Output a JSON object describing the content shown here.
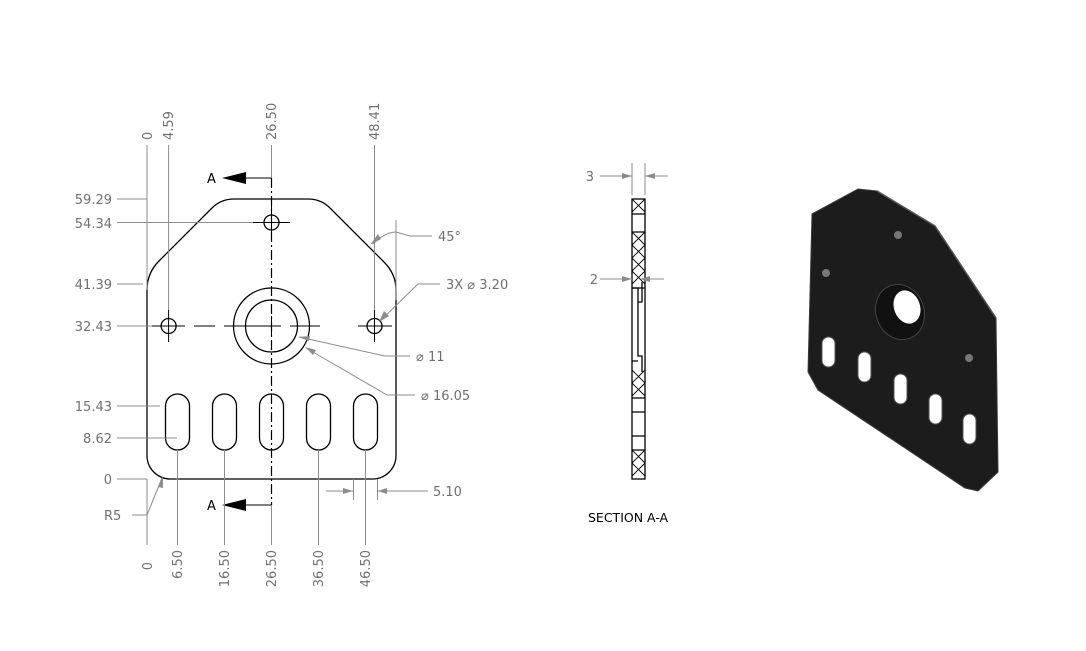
{
  "front_view": {
    "horizontal_ordinates": [
      "0",
      "4.59",
      "26.50",
      "48.41"
    ],
    "bottom_ordinates": [
      "0",
      "6.50",
      "16.50",
      "26.50",
      "36.50",
      "46.50"
    ],
    "vertical_ordinates": [
      "59.29",
      "54.34",
      "41.39",
      "32.43",
      "15.43",
      "8.62",
      "0"
    ],
    "callouts": {
      "angle": "45°",
      "holes": "3X ⌀ 3.20",
      "bore": "⌀ 11",
      "counterbore": "⌀ 16.05",
      "slot_width": "5.10",
      "fillet": "R5"
    },
    "section_marker": "A"
  },
  "section_view": {
    "thickness": "3",
    "step": "2",
    "title": "SECTION A-A"
  },
  "iso_view": {
    "color": "#1c1c1c"
  }
}
